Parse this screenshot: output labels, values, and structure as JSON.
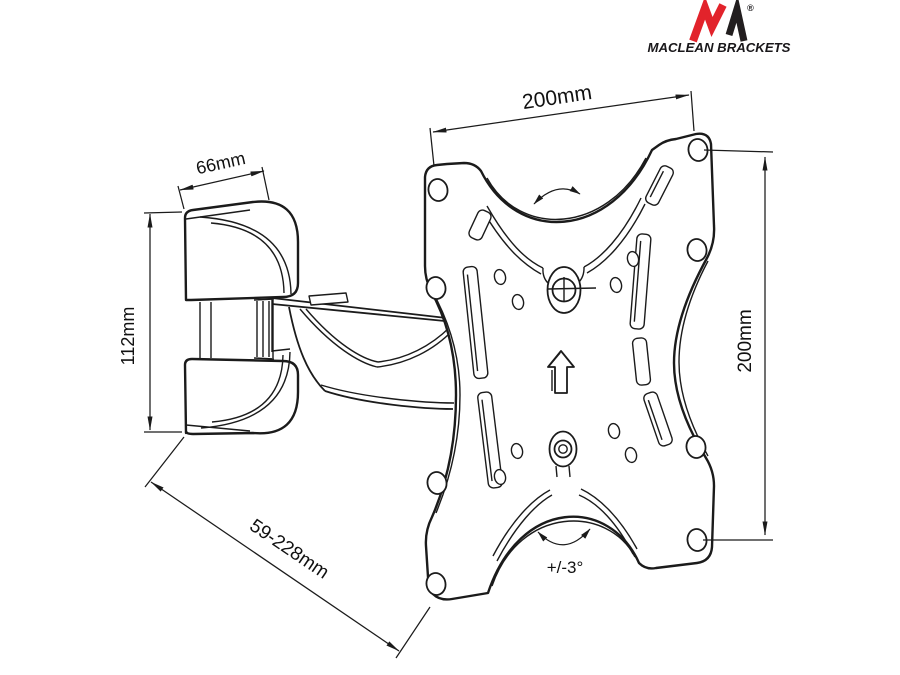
{
  "brand": {
    "name": "MACLEAN BRACKETS",
    "registered_mark": "®",
    "logo_red": "#e2232b",
    "logo_black": "#221e1f"
  },
  "annotations": {
    "plate_width": "200mm",
    "plate_height": "200mm",
    "wall_bracket_width": "66mm",
    "wall_bracket_height": "112mm",
    "arm_extension_range": "59-228mm",
    "tilt_range": "+/-3°"
  },
  "drawing": {
    "ink_color": "#1b1b1b",
    "background_color": "#ffffff"
  }
}
